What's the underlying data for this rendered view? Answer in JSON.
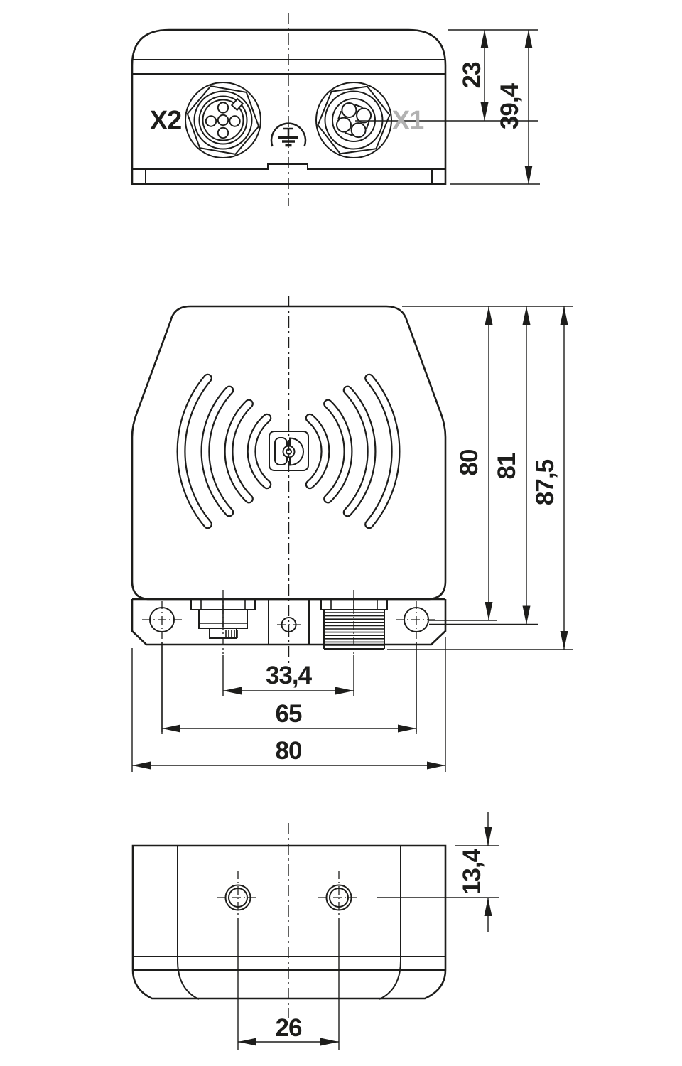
{
  "drawing": {
    "kind": "technical-dimension-drawing",
    "views": [
      "top-view",
      "front-view",
      "bottom-view"
    ]
  },
  "labels": {
    "x2": "X2",
    "x1": "X1"
  },
  "dimensions": {
    "top_view": {
      "height_to_connector_center": "23",
      "overall_depth": "39,4"
    },
    "front_view": {
      "body_height": "80",
      "height_to_mounting_plane": "81",
      "overall_height": "87,5",
      "connector_spacing": "33,4",
      "mounting_hole_spacing": "65",
      "overall_width": "80"
    },
    "bottom_view": {
      "hole_center_offset": "13,4",
      "mounting_hole_spacing": "26"
    }
  },
  "icons": {
    "ground": "ground-icon",
    "logo": "phoenix-contact-logo",
    "waves_left": "wireless-waves-left-icon",
    "waves_right": "wireless-waves-right-icon",
    "connector_x2": "m12-connector-female-icon",
    "connector_x1": "m12-connector-d-coded-icon"
  },
  "colors": {
    "line": "#1d1d1b",
    "background": "#ffffff",
    "muted_label": "#b2b2b2"
  }
}
